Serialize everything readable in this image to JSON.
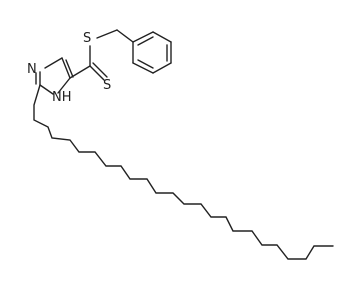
{
  "molecule": {
    "atom_labels": {
      "s_thioether": "S",
      "s_thione": "S",
      "n_ring": "N",
      "nh_ring": "NH"
    }
  }
}
